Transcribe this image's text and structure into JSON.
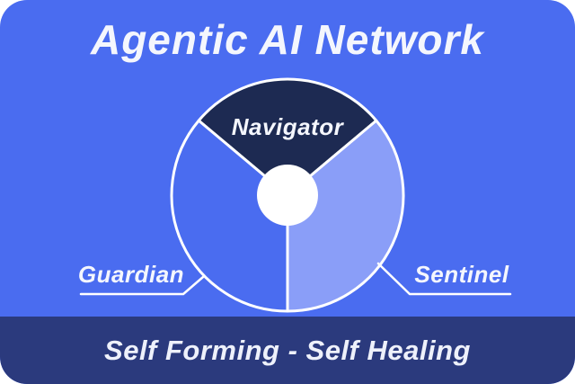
{
  "title": "Agentic AI Network",
  "footer": {
    "text": "Self Forming - Self Healing"
  },
  "colors": {
    "page_background": "#ffffff",
    "card_background": "#4a6cf0",
    "footer_bar": "#2b3a7d",
    "stroke": "#ffffff",
    "text_light": "#f4f6fd",
    "navigator_segment": "#1d2a52",
    "guardian_segment": "#4a6cf0",
    "sentinel_segment": "#8a9ef8",
    "donut_hole": "#ffffff"
  },
  "chart_data": {
    "type": "pie",
    "title": "Agentic AI Network",
    "subtitle": "Self Forming - Self Healing",
    "donut": true,
    "legend_position": "none",
    "segments": [
      {
        "label": "Navigator",
        "angle_span_deg": 100,
        "start_angle": 40,
        "end_angle": 140,
        "color": "#1d2a52",
        "label_placement": "inside"
      },
      {
        "label": "Guardian",
        "angle_span_deg": 130,
        "start_angle": 140,
        "end_angle": 270,
        "color": "#4a6cf0",
        "label_placement": "callout-left"
      },
      {
        "label": "Sentinel",
        "angle_span_deg": 130,
        "start_angle": 270,
        "end_angle": 400,
        "color": "#8a9ef8",
        "label_placement": "callout-right"
      }
    ]
  }
}
